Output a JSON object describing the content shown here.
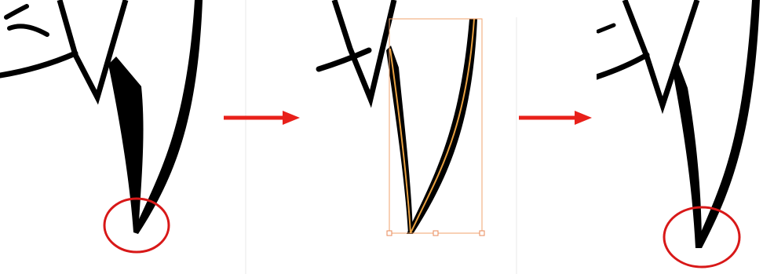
{
  "illustration": {
    "steps": [
      {
        "id": "before",
        "highlight": "pointed-tip-circled"
      },
      {
        "id": "selected",
        "highlight": "stroke-selected-with-bounding-box"
      },
      {
        "id": "after",
        "highlight": "modified-tip-circled"
      }
    ],
    "colors": {
      "stroke": "#000000",
      "background": "#ffffff",
      "canvas_edge": "#f2f2f2",
      "highlight_circle": "#d81818",
      "arrow": "#e8201a",
      "selection_box": "#f2a36c",
      "selection_path": "#e8a040"
    }
  }
}
